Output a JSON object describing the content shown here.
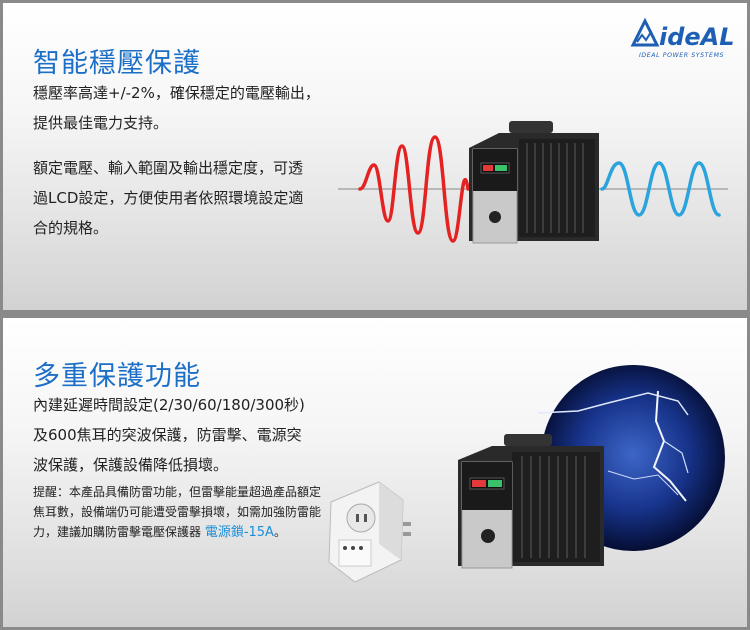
{
  "brand": {
    "logo_text": "ideAL",
    "logo_sub": "IDEAL POWER SYSTEMS"
  },
  "section1": {
    "title": "智能穩壓保護",
    "para1": [
      "穩壓率高達+/-2%，確保穩定的電壓輸出，",
      "提供最佳電力支持。"
    ],
    "para2": [
      "額定電壓、輸入範圍及輸出穩定度，可透",
      "過LCD設定，方便使用者依照環境設定適",
      "合的規格。"
    ]
  },
  "section2": {
    "title": "多重保護功能",
    "para1": [
      "內建延遲時間設定(2/30/60/180/300秒)",
      "及600焦耳的突波保護，防雷擊、電源突",
      "波保護，保護設備降低損壞。"
    ],
    "note": [
      "提醒：本產品具備防雷功能，但雷擊能量超過產品額定",
      "焦耳數，設備端仍可能遭受雷擊損壞，如需加強防雷能",
      "力，建議加購防雷擊電壓保護器 "
    ],
    "note_link": "電源鎖-15A",
    "note_end": "。"
  },
  "colors": {
    "title_blue": "#1c6fc7",
    "wave_red": "#e52222",
    "wave_blue": "#2ba3dd",
    "link_blue": "#1a8fd8"
  }
}
